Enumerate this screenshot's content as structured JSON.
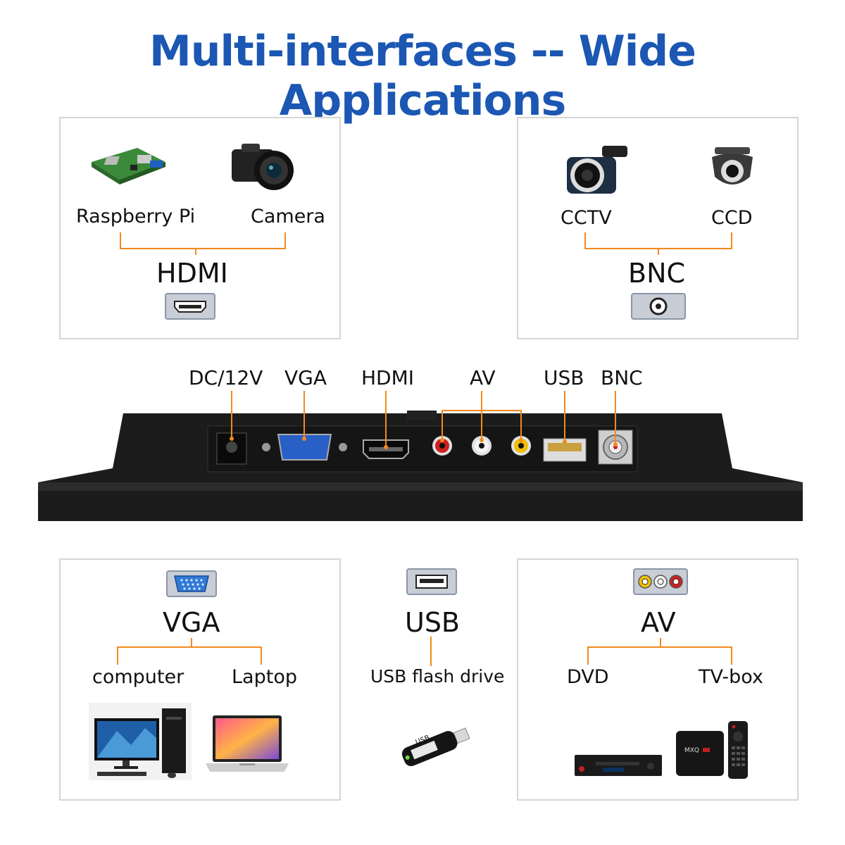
{
  "title": "Multi-interfaces -- Wide Applications",
  "colors": {
    "title": "#1b57b3",
    "accent": "#f28a1e",
    "border": "#d6d6d6",
    "monitor": "#1c1c1c"
  },
  "panels": {
    "hdmi": {
      "heading": "HDMI",
      "devices": [
        "Raspberry Pi",
        "Camera"
      ],
      "port_icon": "hdmi-port-icon"
    },
    "bnc": {
      "heading": "BNC",
      "devices": [
        "CCTV",
        "CCD"
      ],
      "port_icon": "bnc-port-icon"
    },
    "vga": {
      "heading": "VGA",
      "devices": [
        "computer",
        "Laptop"
      ],
      "port_icon": "vga-port-icon"
    },
    "usb": {
      "heading": "USB",
      "devices": [
        "USB flash drive"
      ],
      "port_icon": "usb-port-icon"
    },
    "av": {
      "heading": "AV",
      "devices": [
        "DVD",
        "TV-box"
      ],
      "port_icon": "av-port-icon"
    }
  },
  "monitor_ports": [
    "DC/12V",
    "VGA",
    "HDMI",
    "AV",
    "USB",
    "BNC"
  ],
  "usb_stick_label": "USB"
}
